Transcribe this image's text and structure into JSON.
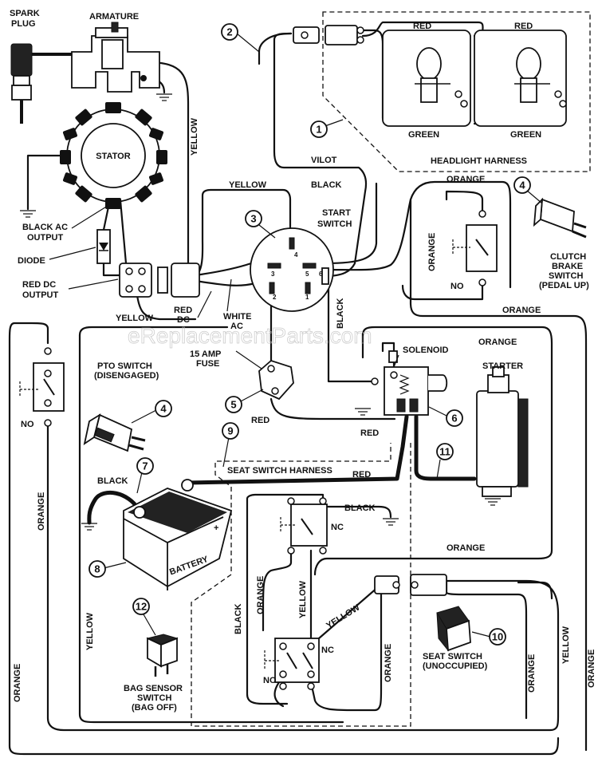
{
  "watermark": "eReplacementParts.com",
  "components": {
    "spark_plug": "SPARK\nPLUG",
    "armature": "ARMATURE",
    "stator": "STATOR",
    "black_ac_output": "BLACK AC\nOUTPUT",
    "diode": "DIODE",
    "red_dc_output": "RED DC\nOUTPUT",
    "start_switch": "START\nSWITCH",
    "headlight_harness": "HEADLIGHT HARNESS",
    "clutch_brake_switch": "CLUTCH\nBRAKE\nSWITCH\n(PEDAL UP)",
    "pto_switch": "PTO SWITCH\n(DISENGAGED)",
    "fuse": "15 AMP\nFUSE",
    "solenoid": "SOLENOID",
    "starter": "STARTER",
    "seat_switch_harness": "SEAT SWITCH HARNESS",
    "battery": "BATTERY",
    "battery_plus": "+",
    "bag_sensor_switch": "BAG SENSOR\nSWITCH\n(BAG OFF)",
    "seat_switch": "SEAT SWITCH\n(UNOCCUPIED)"
  },
  "wire_labels": {
    "yellow": "YELLOW",
    "red": "RED",
    "green": "GREEN",
    "vilot": "VILOT",
    "black": "BLACK",
    "orange": "ORANGE",
    "red_dc": "RED\nDC",
    "white_ac": "WHITE\nAC"
  },
  "switch_labels": {
    "no": "NO",
    "nc": "NC"
  },
  "terminal_labels": [
    "4",
    "3",
    "5",
    "6",
    "2",
    "1"
  ],
  "callouts": [
    "1",
    "2",
    "3",
    "4",
    "4",
    "5",
    "6",
    "7",
    "8",
    "9",
    "10",
    "11",
    "12"
  ]
}
